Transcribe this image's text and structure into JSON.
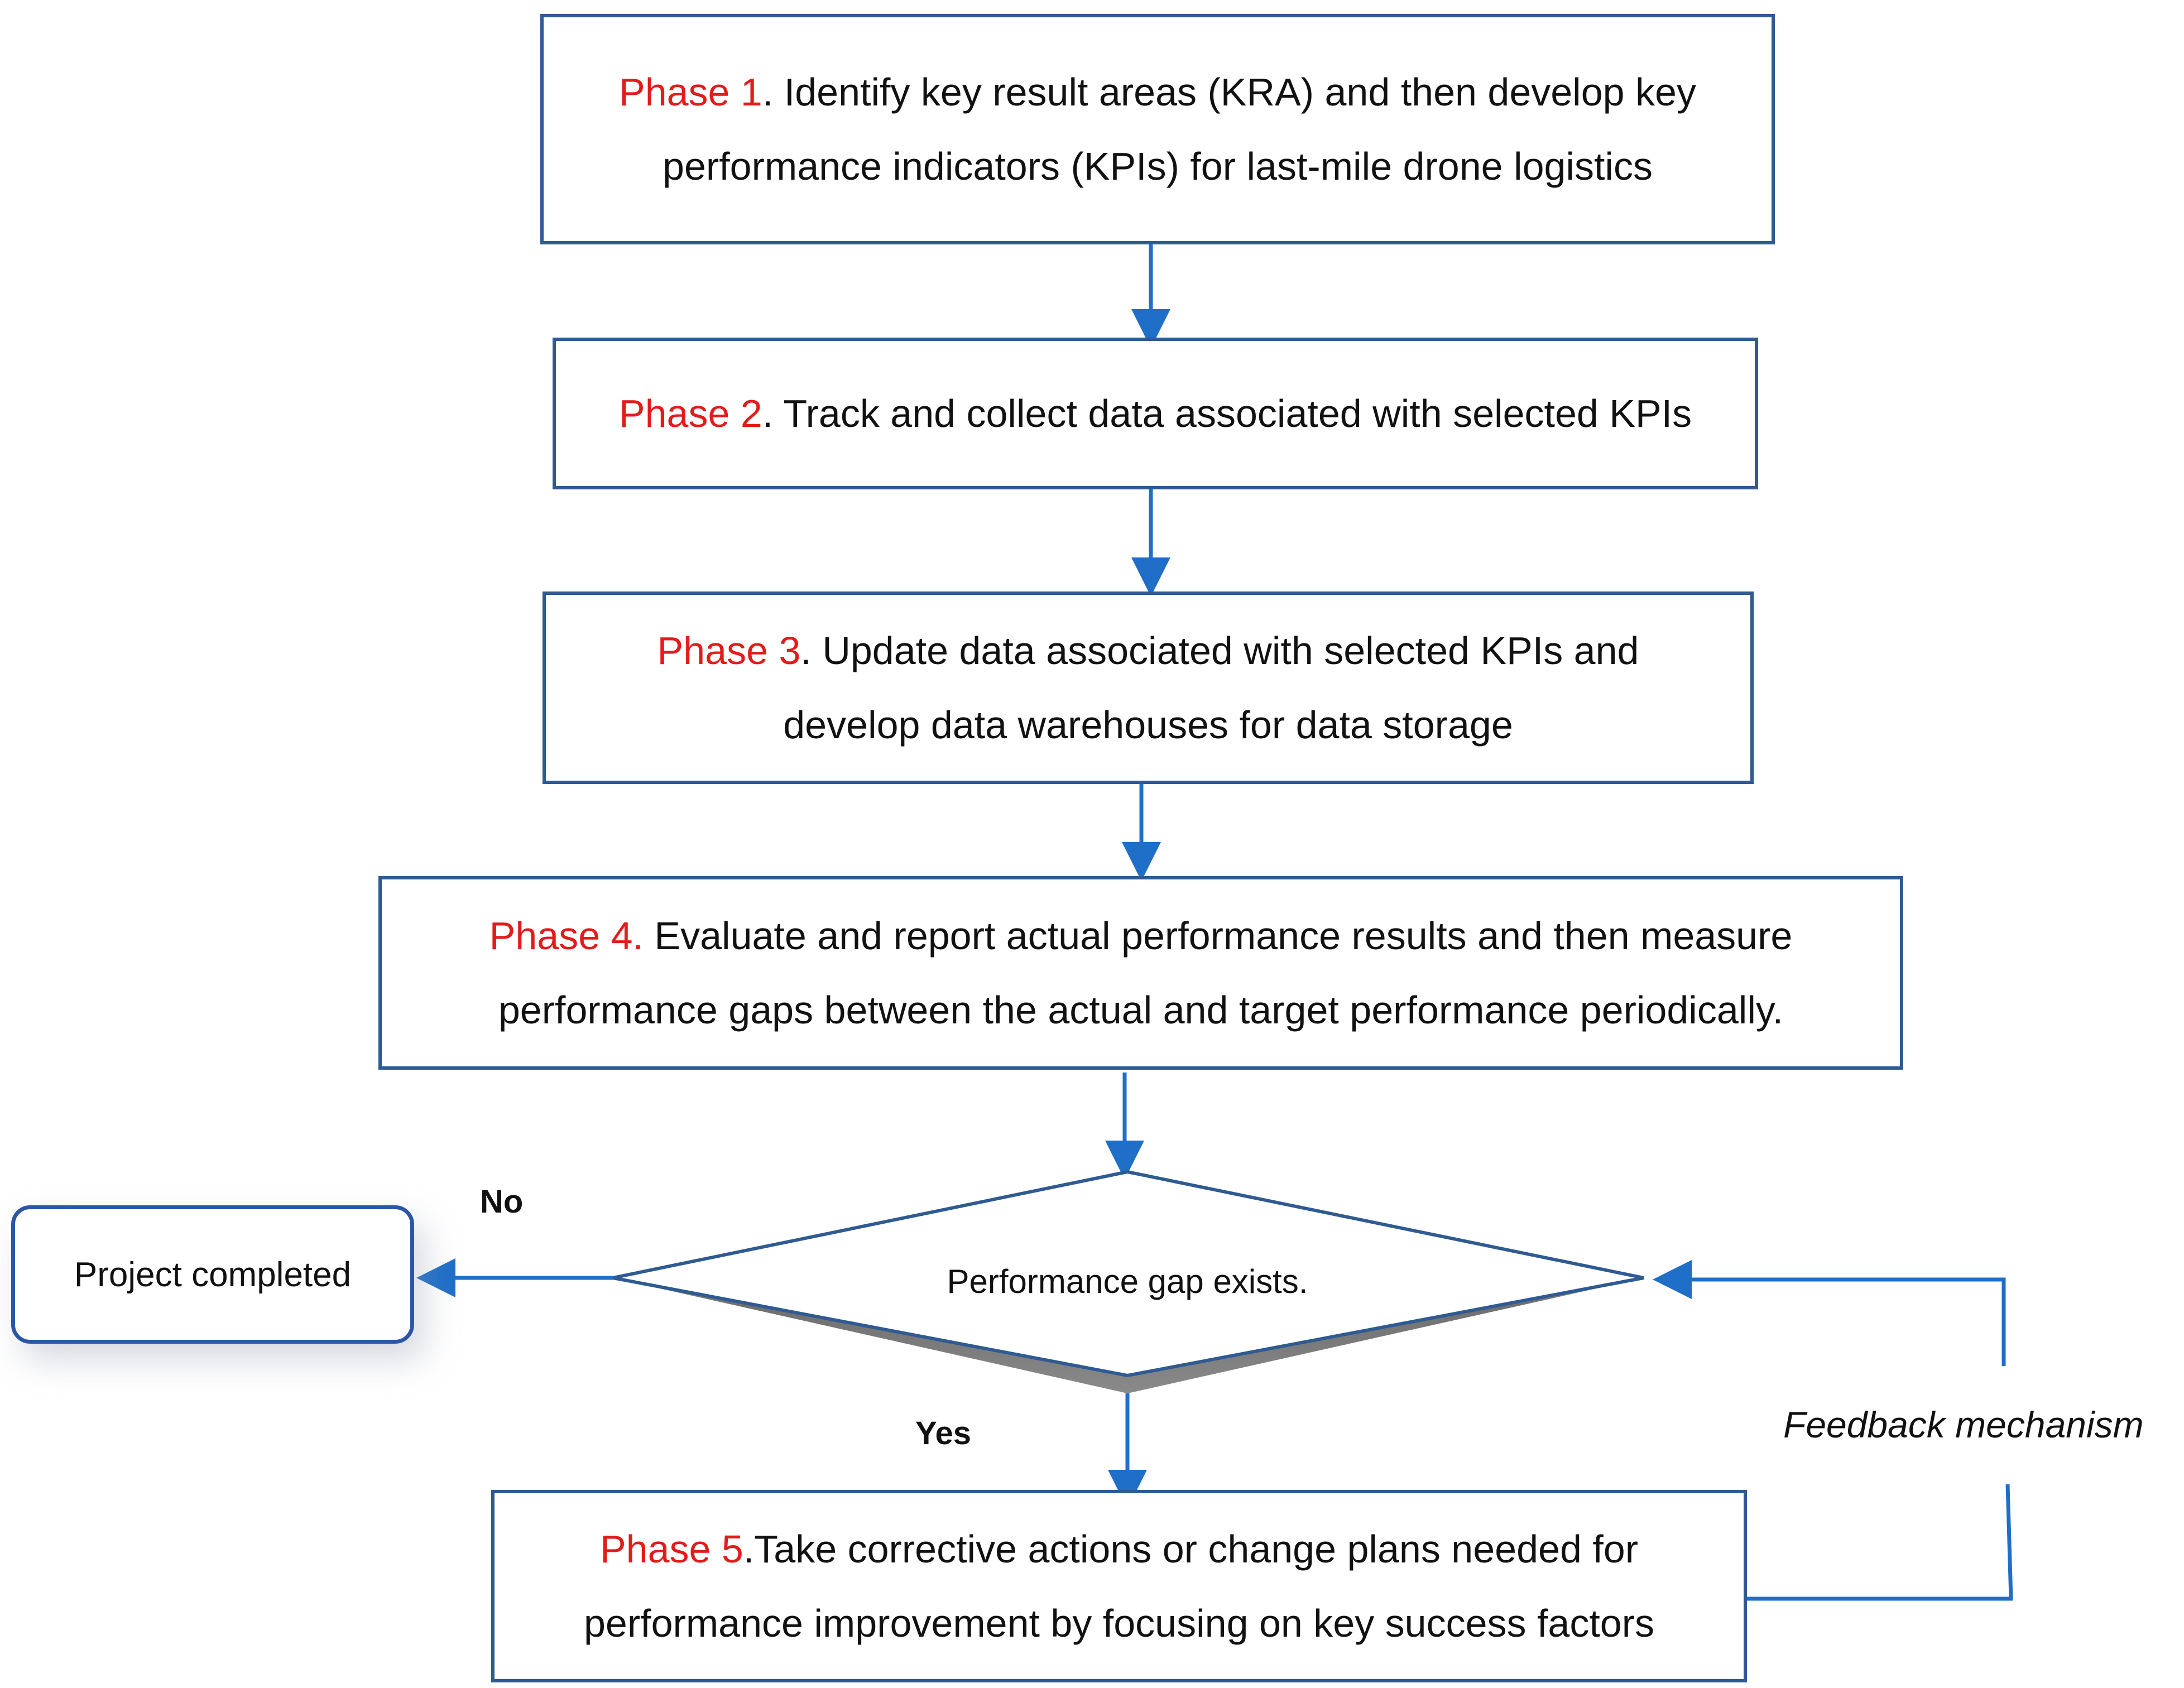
{
  "colors": {
    "box_border": "#2f5a92",
    "arrow": "#1f6fc8",
    "phase_label": "#e31b1b",
    "text": "#111111"
  },
  "phases": [
    {
      "label": "Phase 1",
      "lines": [
        ". Identify key result areas (KRA) and then develop key",
        "performance indicators (KPIs) for last-mile drone logistics"
      ]
    },
    {
      "label": "Phase 2",
      "lines": [
        ". Track and collect data associated with selected KPIs"
      ]
    },
    {
      "label": "Phase 3",
      "lines": [
        ". Update data associated with selected KPIs and",
        "develop data warehouses for data storage"
      ]
    },
    {
      "label": "Phase 4.",
      "lines": [
        " Evaluate and report actual performance results and then measure",
        "performance gaps between the actual and target performance periodically."
      ]
    },
    {
      "label": "Phase 5",
      "lines": [
        ".Take corrective actions or change plans needed for",
        "performance improvement by focusing on key success factors"
      ]
    }
  ],
  "decision": {
    "text": "Performance gap exists."
  },
  "terminal": {
    "text": "Project completed"
  },
  "branch_no": "No",
  "branch_yes": "Yes",
  "feedback": "Feedback mechanism"
}
